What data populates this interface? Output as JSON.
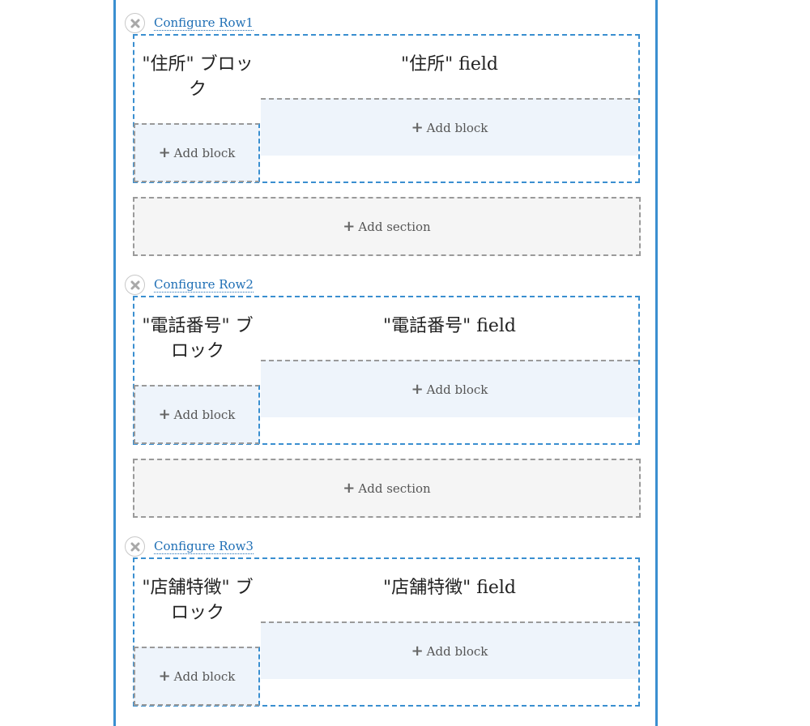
{
  "rows": [
    {
      "configure_label": "Configure Row1",
      "first_label": "\"住所\" ブロック",
      "second_label": "\"住所\" field",
      "add_block_first": "Add block",
      "add_block_second": "Add block"
    },
    {
      "configure_label": "Configure Row2",
      "first_label": "\"電話番号\" ブロック",
      "second_label": "\"電話番号\" field",
      "add_block_first": "Add block",
      "add_block_second": "Add block"
    },
    {
      "configure_label": "Configure Row3",
      "first_label": "\"店舗特徴\" ブロック",
      "second_label": "\"店舗特徴\" field",
      "add_block_first": "Add block",
      "add_block_second": "Add block"
    }
  ],
  "add_sections": [
    "Add section",
    "Add section"
  ],
  "colors": {
    "accent": "#3a8fd0",
    "link": "#1f6fb5",
    "region_bg": "#eef4fb",
    "section_bg": "#f5f5f5"
  },
  "icons": {
    "remove": "close-icon",
    "add": "plus-icon"
  }
}
